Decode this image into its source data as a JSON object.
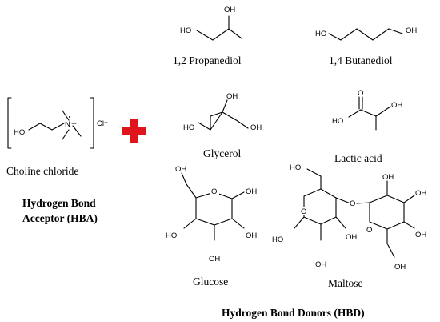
{
  "cation": {
    "n_plus": "N",
    "counter_ion": "Cl⁻",
    "hydroxyl": "HO"
  },
  "donors": {
    "propanediol": {
      "name": "1,2 Propanediol",
      "oh_a": "HO",
      "oh_b": "OH"
    },
    "butanediol": {
      "name": "1,4 Butanediol",
      "oh_a": "HO",
      "oh_b": "OH"
    },
    "glycerol": {
      "name": "Glycerol",
      "oh_a": "HO",
      "oh_b": "OH",
      "oh_c": "OH"
    },
    "lactic_acid": {
      "name": "Lactic acid",
      "carbonyl_o": "O",
      "acid_oh": "HO",
      "oh": "OH"
    },
    "glucose": {
      "name": "Glucose",
      "ring_o": "O",
      "oh_1": "OH",
      "oh_2": "OH",
      "oh_3": "OH",
      "oh_4": "HO",
      "oh_5": "OH"
    },
    "maltose": {
      "name": "Maltose",
      "link_o": "O",
      "ring_o_left": "O",
      "ring_o_right": "O",
      "oh_1": "HO",
      "oh_2": "HO",
      "oh_3": "OH",
      "oh_4": "OH",
      "oh_5": "OH",
      "oh_6": "OH",
      "oh_7": "OH",
      "oh_8": "OH"
    }
  },
  "choline_chloride_label": "Choline chloride",
  "acceptor_title_line1": "Hydrogen Bond",
  "acceptor_title_line2": "Acceptor (HBA)",
  "donors_title": "Hydrogen Bond Donors (HBD)",
  "colors": {
    "plus_cross": "#e0141c",
    "ink": "#000000"
  }
}
